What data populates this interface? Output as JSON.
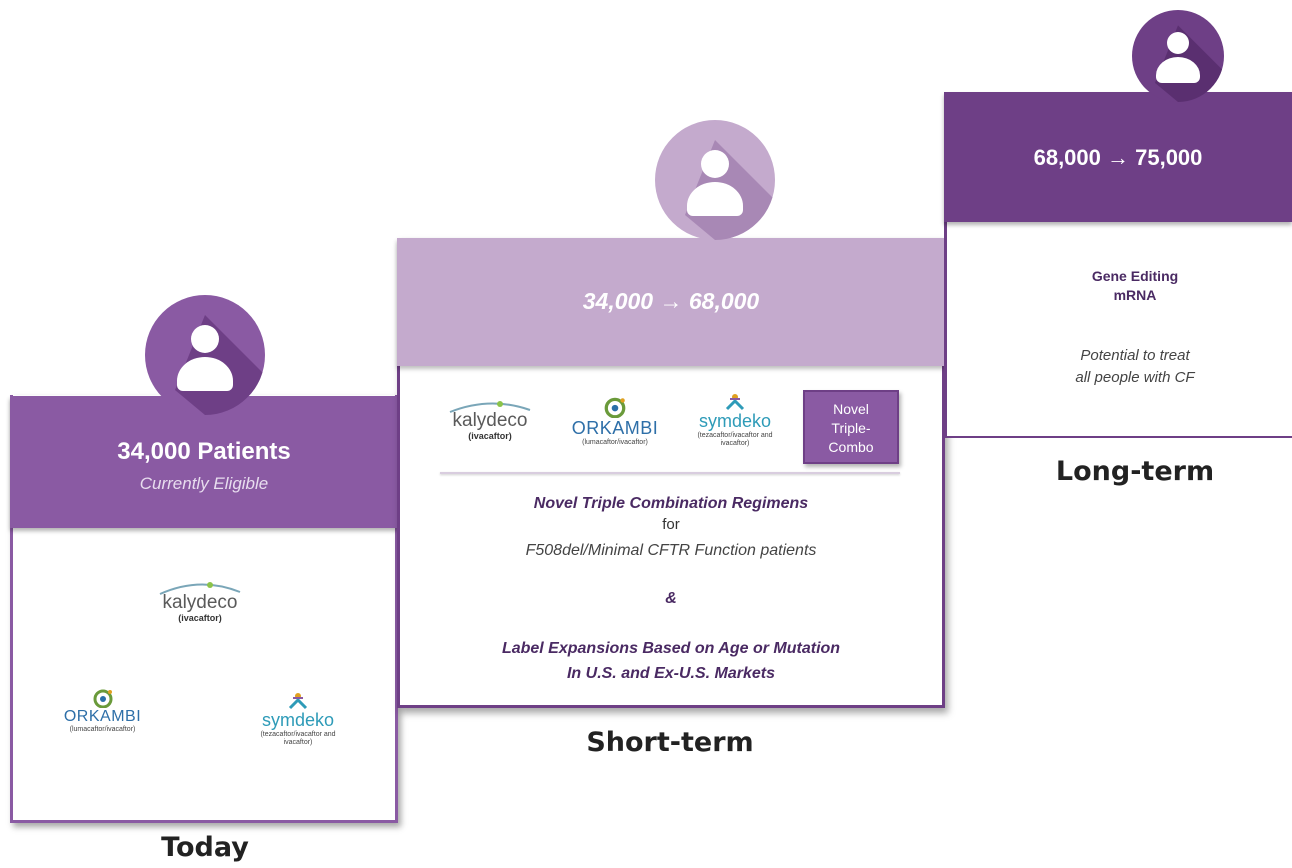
{
  "today": {
    "count_title": "34,000 Patients",
    "subtitle": "Currently Eligible",
    "stage_label": "Today",
    "logos": {
      "kalydeco": {
        "name": "kalydeco",
        "sub": "(ivacaftor)"
      },
      "orkambi": {
        "name": "ORKAMBI",
        "sub": "(lumacaftor/ivacaftor)"
      },
      "symdeko": {
        "name": "symdeko",
        "sub": "(tezacaftor/ivacaftor and ivacaftor)"
      }
    }
  },
  "short_term": {
    "range": "34,000 → 68,000",
    "stage_label": "Short-term",
    "logos": {
      "kalydeco": {
        "name": "kalydeco",
        "sub": "(ivacaftor)"
      },
      "orkambi": {
        "name": "ORKAMBI",
        "sub": "(lumacaftor/ivacaftor)"
      },
      "symdeko": {
        "name": "symdeko",
        "sub": "(tezacaftor/ivacaftor and ivacaftor)"
      }
    },
    "novel_button": "Novel Triple-Combo",
    "headline": "Novel Triple Combination Regimens",
    "for_text": "for",
    "population": "F508del/Minimal CFTR Function patients",
    "ampersand": "&",
    "label_expansion_line1": "Label Expansions Based on Age or Mutation",
    "label_expansion_line2": "In U.S. and Ex-U.S. Markets"
  },
  "long_term": {
    "range": "68,000 → 75,000",
    "stage_label": "Long-term",
    "tech_line1": "Gene Editing",
    "tech_line2": "mRNA",
    "potential_line1": "Potential to treat",
    "potential_line2": "all people with CF"
  },
  "colors": {
    "purple_dark": "#6e3f86",
    "purple_mid": "#8a5aa3",
    "purple_light": "#c4aacd",
    "green": "#6a9a3a",
    "kalydeco_blue": "#7aa6b8"
  },
  "icons": [
    "user-avatar-icon",
    "kalydeco-swirl-icon",
    "orkambi-swirl-icon",
    "symdeko-figure-icon"
  ]
}
